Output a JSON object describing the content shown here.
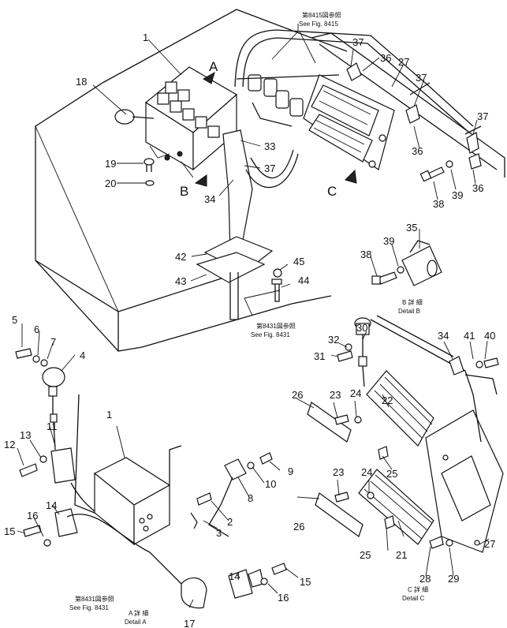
{
  "views": {
    "a": "A",
    "b": "B",
    "c": "C"
  },
  "notes": {
    "fig8415_jp": "第8415図参照",
    "fig8415_en": "See Fig. 8415",
    "fig8431_jp": "第8431図参照",
    "fig8431_en": "See Fig. 8431",
    "fig8431b_jp": "第8431図参照",
    "fig8431b_en": "See Fig. 8431",
    "detail_b_jp": "B 詳 細",
    "detail_b_en": "Detail B",
    "detail_c_jp": "C 詳 細",
    "detail_c_en": "Detail C",
    "detail_a_jp": "A 詳 細",
    "detail_a_en": "Detail A"
  },
  "callouts": {
    "c1_top": "1",
    "c18": "18",
    "c19": "19",
    "c20": "20",
    "c33": "33",
    "c34": "34",
    "c37_mid": "37",
    "c42": "42",
    "c43": "43",
    "c45": "45",
    "c44": "44",
    "c37_a": "37",
    "c36_a": "36",
    "c27_top": "27",
    "c37_b": "37",
    "c37_c": "37",
    "c36_b": "36",
    "c36_c": "36",
    "c38_top": "38",
    "c39_top": "39",
    "c35": "35",
    "c39_b": "39",
    "c38_b": "38",
    "c5": "5",
    "c6": "6",
    "c7": "7",
    "c4": "4",
    "c11": "11",
    "c13": "13",
    "c12": "12",
    "c1_bot": "1",
    "c9": "9",
    "c10": "10",
    "c8": "8",
    "c2": "2",
    "c3": "3",
    "c14_a": "14",
    "c16_a": "16",
    "c15_a": "15",
    "c14_b": "14",
    "c16_b": "16",
    "c15_b": "15",
    "c17": "17",
    "c30": "30",
    "c32": "32",
    "c31": "31",
    "c34_b": "34",
    "c41": "41",
    "c40": "40",
    "c26_a": "26",
    "c23_a": "23",
    "c24_a": "24",
    "c22": "22",
    "c25_a": "25",
    "c23_b": "23",
    "c24_b": "24",
    "c26_b": "26",
    "c25_b": "25",
    "c21": "21",
    "c28": "28",
    "c29": "29",
    "c27_bot": "27"
  }
}
